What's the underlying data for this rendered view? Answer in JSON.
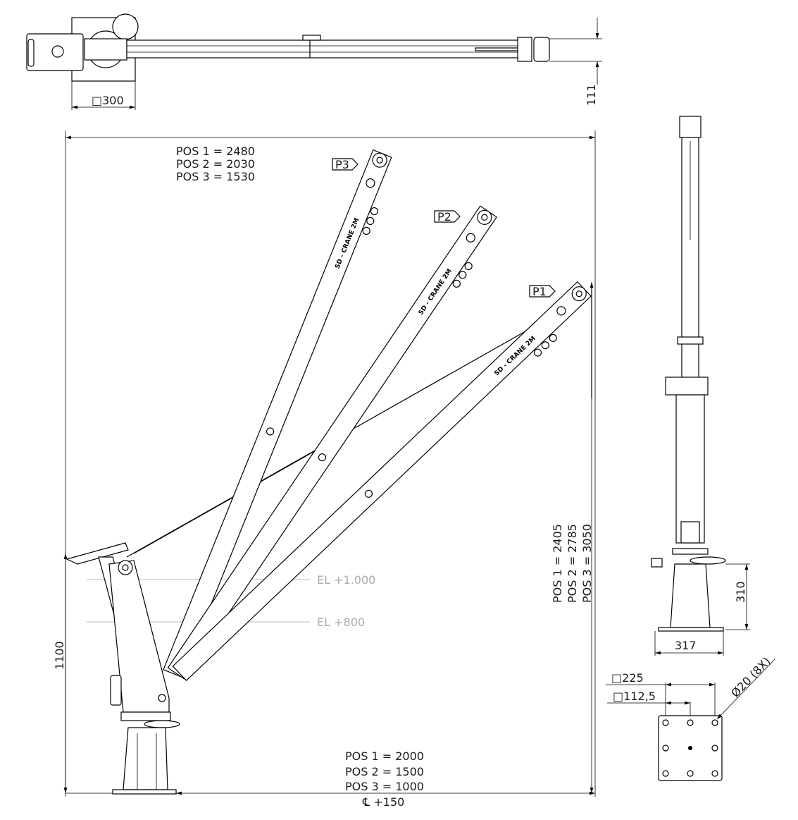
{
  "plan_view": {
    "plate_dim": "□300",
    "height_dim": "111"
  },
  "boom_reach": {
    "lines": [
      "POS 1 = 2480",
      "POS 2 = 2030",
      "POS 3 = 1530"
    ]
  },
  "positions": {
    "p1": "P1",
    "p2": "P2",
    "p3": "P3"
  },
  "boom_logo": "SD - CRANE 2M",
  "elevations": {
    "el_high": "EL +1.000",
    "el_low": "EL +800"
  },
  "hook_height": {
    "lines": [
      "POS 1 = 2405",
      "POS 2 = 2785",
      "POS 3 = 3050"
    ]
  },
  "base_height": "1100",
  "horizontal_reach": {
    "lines": [
      "POS 1 = 2000",
      "POS 2 = 1500",
      "POS 3 = 1000"
    ],
    "centerline": "℄ +150"
  },
  "side_view": {
    "height_dim": "310",
    "width_dim": "317"
  },
  "base_plate": {
    "outer": "□225",
    "half": "□112,5",
    "holes": "Ø20 (8X)"
  }
}
